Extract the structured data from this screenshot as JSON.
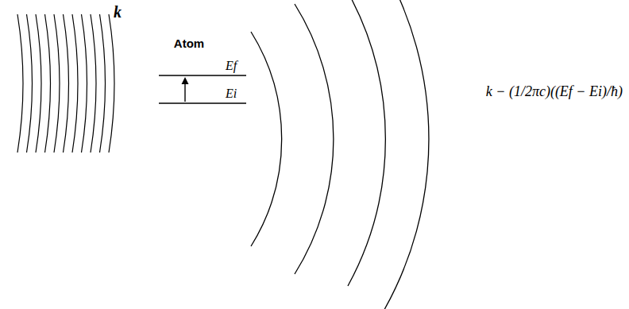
{
  "diagram": {
    "nodes": [
      {
        "text": [
          "Atom",
          "Ef",
          "Ei"
        ]
      }
    ],
    "labels": [
      "k",
      "k − (1/2πc)((Ef − Ei)/ħ)"
    ]
  }
}
